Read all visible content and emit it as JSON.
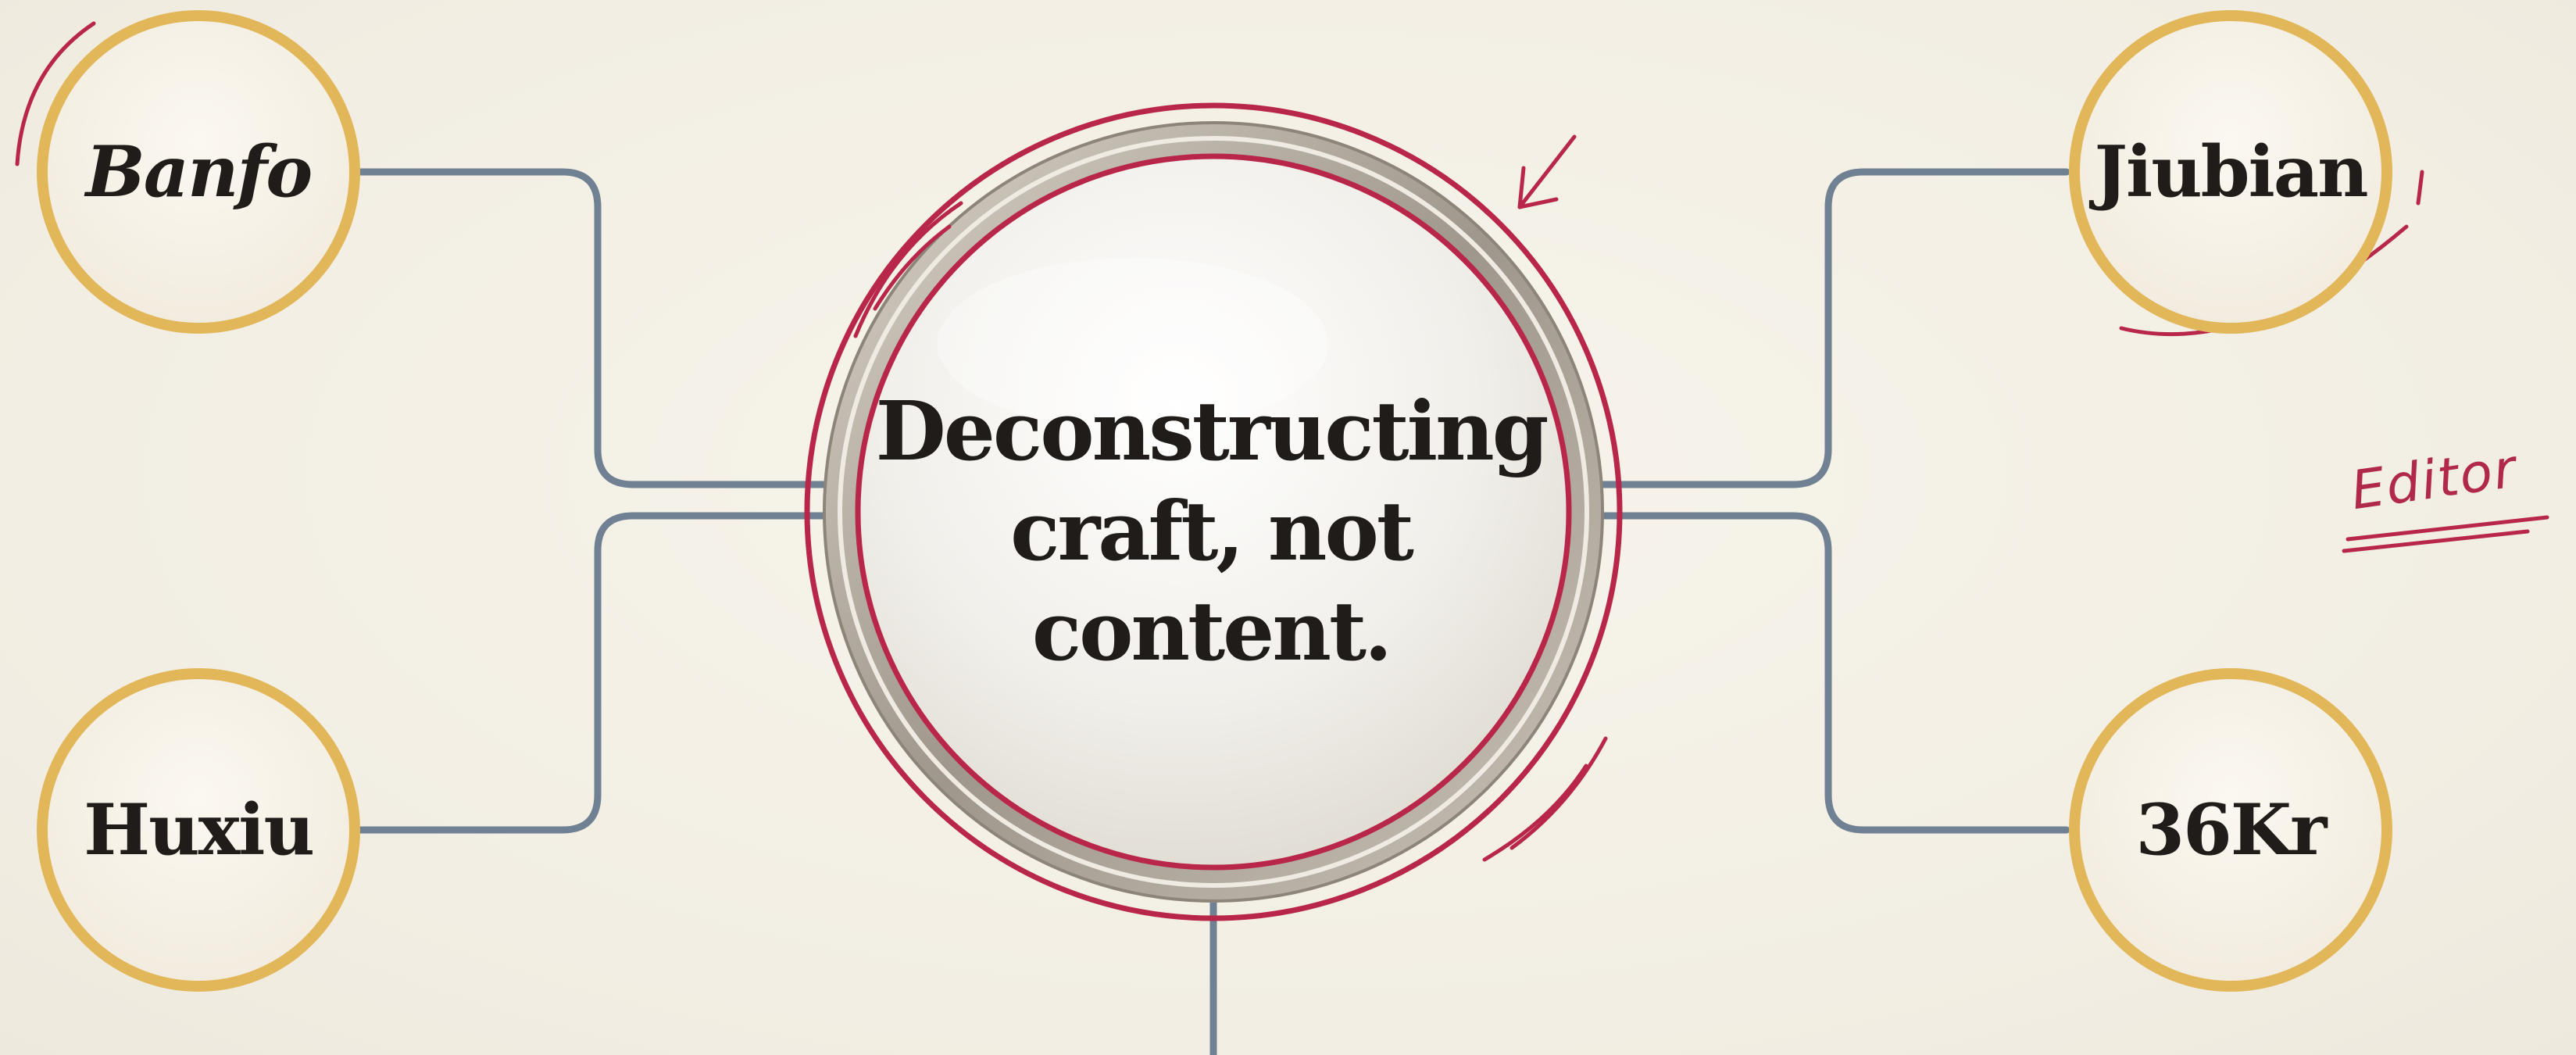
{
  "center": {
    "lines": [
      "Deconstructing",
      "craft, not",
      "content."
    ]
  },
  "nodes": {
    "top_left": "Banfo",
    "bottom_left": "Huxiu",
    "top_right": "Jiubian",
    "bottom_right": "36Kr"
  },
  "annotation": {
    "text": "Editor"
  },
  "colors": {
    "background": "#f4f0e6",
    "connector": "#6f8192",
    "node_ring": "#e2b75a",
    "node_fill": "#f6f1e5",
    "accent_red": "#b8274a",
    "text": "#1f1c19"
  }
}
